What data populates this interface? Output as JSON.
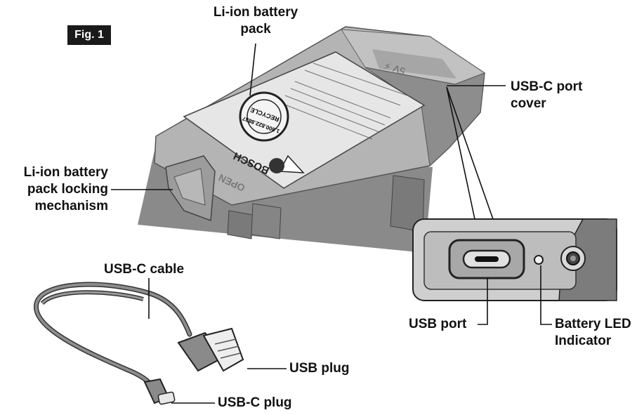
{
  "figure_label": "Fig. 1",
  "labels": {
    "battery_pack": [
      "Li-ion battery",
      "pack"
    ],
    "usb_c_port_cover": [
      "USB-C port",
      "cover"
    ],
    "locking_mechanism": [
      "Li-ion battery",
      "pack locking",
      "mechanism"
    ],
    "usb_c_cable": "USB-C cable",
    "usb_port": "USB port",
    "battery_led": [
      "Battery LED",
      "Indicator"
    ],
    "usb_plug": "USB plug",
    "usb_c_plug": "USB-C plug"
  },
  "product_marks": {
    "brand": "BOSCH",
    "open": "OPEN",
    "recycle": "RECYCLE",
    "recycle_phone": "1.800.822.8837"
  },
  "colors": {
    "housing": "#a9a9a9",
    "housing_dark": "#7d7d7d",
    "label_sticker": "#e9e9e9",
    "ink": "#111111"
  }
}
